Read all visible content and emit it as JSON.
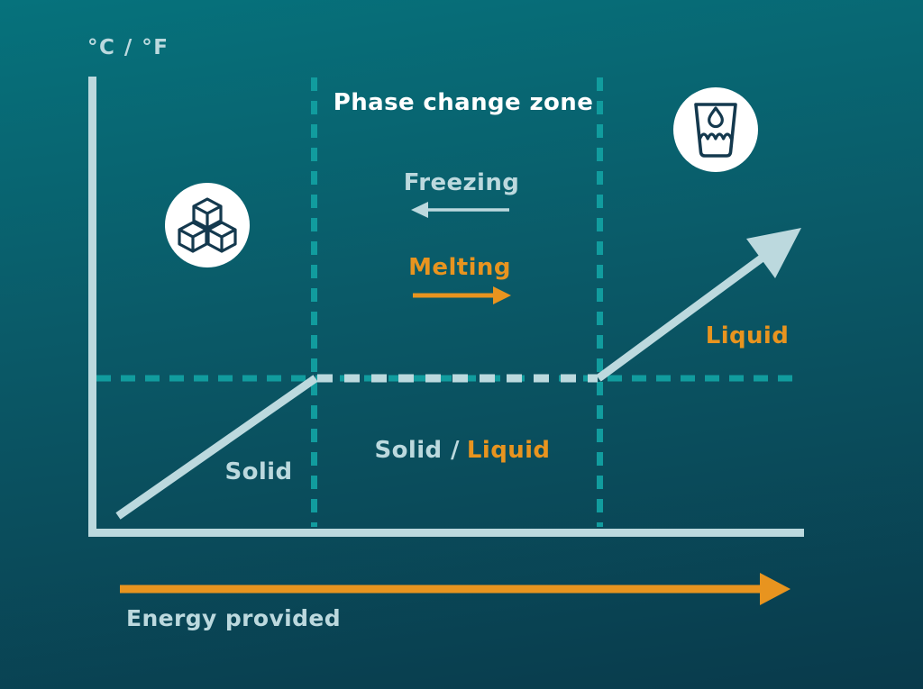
{
  "title": "Phase change zone",
  "axes": {
    "y_label": "°C / °F",
    "x_label": "Energy provided"
  },
  "process_labels": {
    "freezing": "Freezing",
    "melting": "Melting"
  },
  "zone_labels": {
    "solid": "Solid",
    "solid_liquid_left": "Solid /",
    "solid_liquid_right": "Liquid",
    "liquid": "Liquid"
  },
  "icons": {
    "solid_state": "ice-cubes-icon",
    "liquid_state": "water-glass-icon"
  },
  "colors": {
    "background_top": "#06727c",
    "background_bottom": "#093a4b",
    "pale_line": "#bcd9de",
    "teal_dash": "#119c9e",
    "orange": "#e8941f",
    "title_white": "#ffffff",
    "icon_stroke": "#14394e",
    "icon_circle_fill": "#ffffff"
  }
}
